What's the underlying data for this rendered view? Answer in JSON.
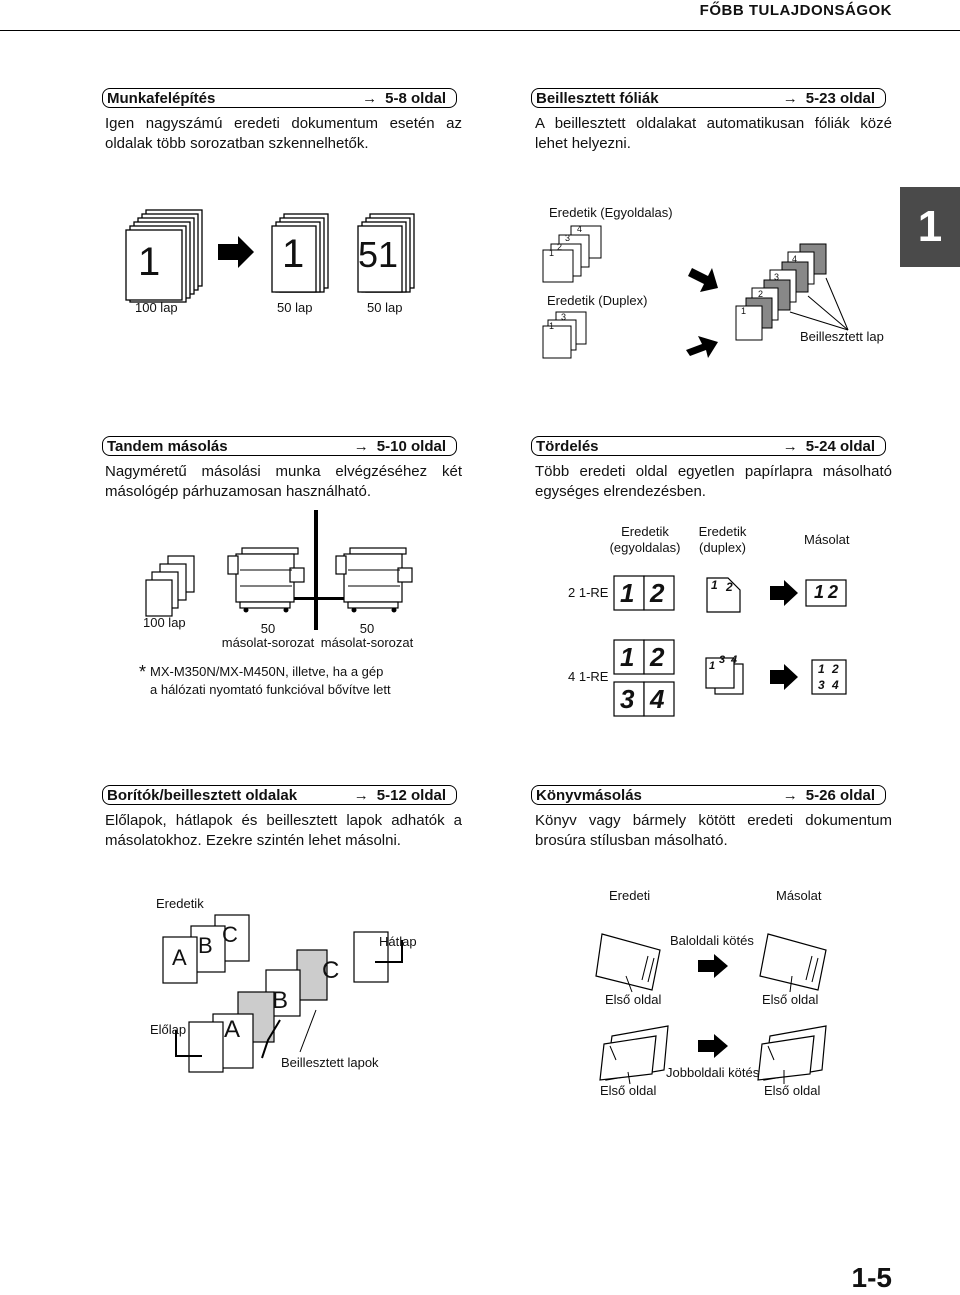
{
  "header": {
    "title": "FŐBB TULAJDONSÁGOK"
  },
  "chapter_tab": "1",
  "sections": {
    "munka": {
      "title": "Munkafelépítés",
      "ref": "5-8 oldal",
      "body": "Igen nagyszámú eredeti dokumentum esetén az oldalak több sorozatban szkennelhetők."
    },
    "foliak": {
      "title": "Beillesztett fóliák",
      "ref": "5-23 oldal",
      "body": "A beillesztett oldalakat automatikusan fóliák közé lehet helyezni."
    },
    "tandem": {
      "title": "Tandem másolás",
      "ref": "5-10 oldal",
      "body": "Nagyméretű másolási munka elvégzéséhez két másológép párhuzamosan használható."
    },
    "tordeles": {
      "title": "Tördelés",
      "ref": "5-24 oldal",
      "body": "Több eredeti oldal egyetlen papírlapra másolható egységes elrendezésben."
    },
    "boritok": {
      "title": "Borítók/beillesztett oldalak",
      "ref": "5-12 oldal",
      "body": "Előlapok, hátlapok és beillesztett lapok adhatók a másolatokhoz. Ezekre szintén lehet másolni."
    },
    "konyv": {
      "title": "Könyvmásolás",
      "ref": "5-26 oldal",
      "body": "Könyv vagy bármely kötött eredeti dokumentum brosúra stílusban másolható."
    }
  },
  "fig_munka": {
    "big1": "1",
    "big2": "1",
    "big3": "51",
    "lap100": "100 lap",
    "lap50a": "50 lap",
    "lap50b": "50 lap"
  },
  "fig_foliak": {
    "egy": "Eredetik (Egyoldalas)",
    "dup": "Eredetik (Duplex)",
    "beill": "Beillesztett lap",
    "n1": "1",
    "n2": "2",
    "n3": "3",
    "n4": "4"
  },
  "fig_tandem": {
    "lap": "100 lap",
    "s1a": "50",
    "s1b": "másolat-sorozat",
    "s2a": "50",
    "s2b": "másolat-sorozat",
    "note1": "MX-M350N/MX-M450N, illetve, ha a gép",
    "note2": "a hálózati nyomtató funkcióval bővítve lett",
    "star": "*"
  },
  "fig_tordeles": {
    "h1a": "Eredetik",
    "h1b": "(egyoldalas)",
    "h2a": "Eredetik",
    "h2b": "(duplex)",
    "h3": "Másolat",
    "r1": "2 1-RE",
    "r2": "4 1-RE",
    "d1": "1",
    "d2": "2",
    "d3": "3",
    "d4": "4"
  },
  "fig_boritok": {
    "eredetik": "Eredetik",
    "a": "A",
    "b": "B",
    "c": "C",
    "hatlap": "Hátlap",
    "elolap": "Előlap",
    "beill": "Beillesztett lapok"
  },
  "fig_konyv": {
    "eredeti": "Eredeti",
    "masolat": "Másolat",
    "balold": "Baloldali kötés",
    "jobbold": "Jobboldali kötés",
    "elso": "Első oldal"
  },
  "page_number": "1-5"
}
